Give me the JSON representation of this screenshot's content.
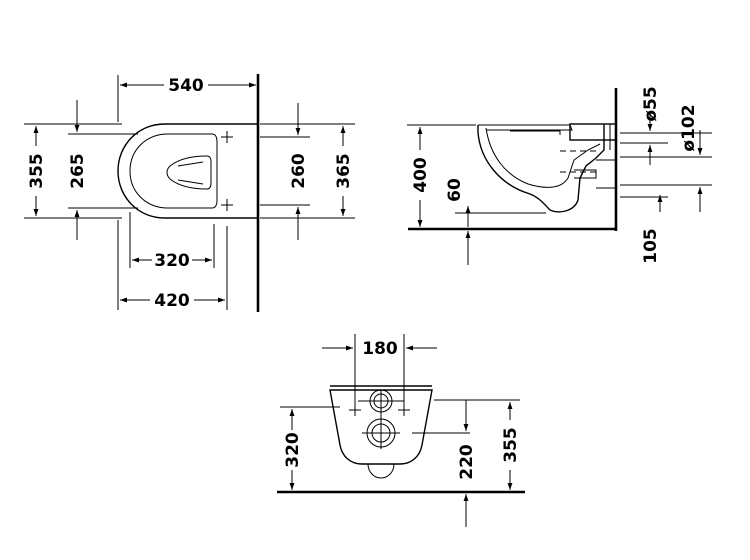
{
  "top_view": {
    "width_540": "540",
    "depth_355": "355",
    "depth_265": "265",
    "depth_260": "260",
    "depth_365": "365",
    "span_320": "320",
    "span_420": "420"
  },
  "side_view": {
    "height_400": "400",
    "height_60": "60",
    "dia_55": "ø55",
    "dia_102": "ø102",
    "height_105": "105"
  },
  "front_view": {
    "width_180": "180",
    "height_320": "320",
    "height_220": "220",
    "height_355": "355"
  }
}
